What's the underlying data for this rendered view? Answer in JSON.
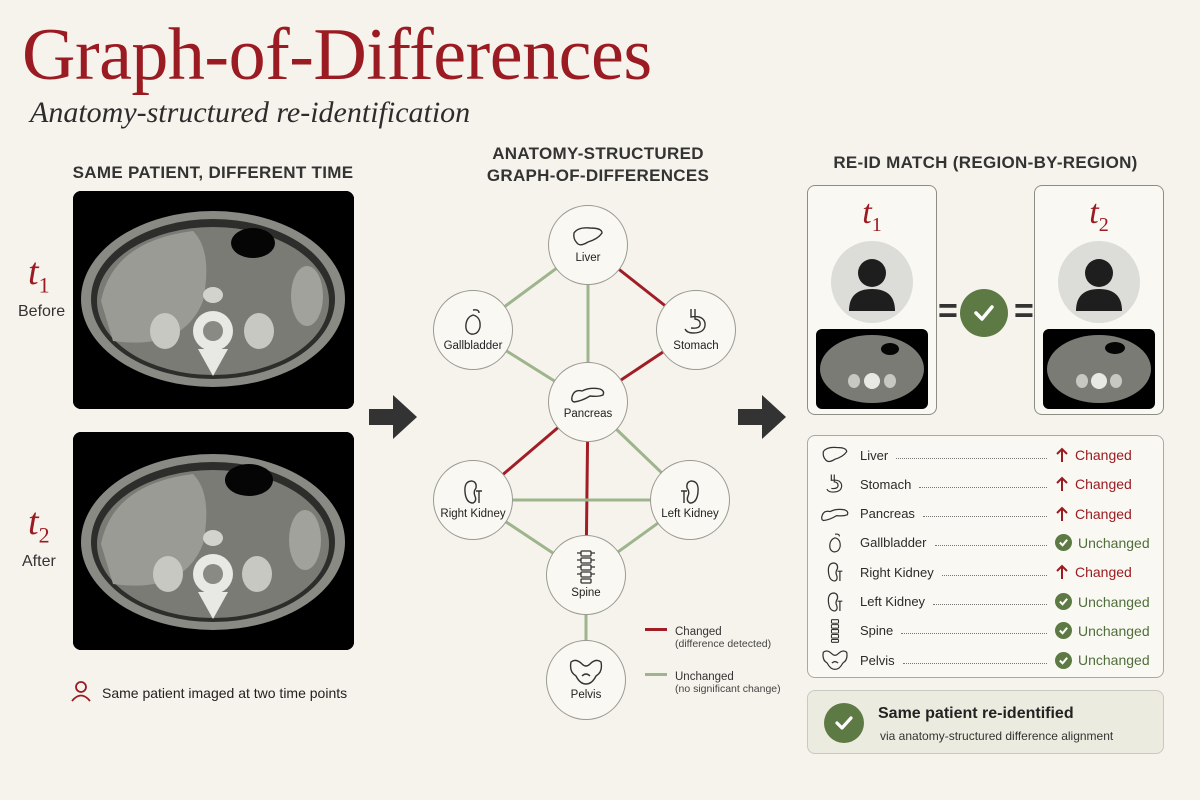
{
  "header": {
    "title": "Graph-of-Differences",
    "subtitle": "Anatomy-structured re-identification"
  },
  "left": {
    "heading": "SAME PATIENT, DIFFERENT TIME",
    "t1": {
      "symbol": "t",
      "sub": "1",
      "word": "Before"
    },
    "t2": {
      "symbol": "t",
      "sub": "2",
      "word": "After"
    },
    "note": "Same patient imaged at two time points"
  },
  "middle": {
    "heading_line1": "ANATOMY-STRUCTURED",
    "heading_line2": "GRAPH-OF-DIFFERENCES",
    "nodes": {
      "liver": "Liver",
      "gallbladder": "Gallbladder",
      "stomach": "Stomach",
      "pancreas": "Pancreas",
      "right_kidney": "Right Kidney",
      "left_kidney": "Left Kidney",
      "spine": "Spine",
      "pelvis": "Pelvis"
    },
    "edges": [
      {
        "from": "liver",
        "to": "stomach",
        "status": "changed"
      },
      {
        "from": "stomach",
        "to": "pancreas",
        "status": "changed"
      },
      {
        "from": "pancreas",
        "to": "right_kidney",
        "status": "changed"
      },
      {
        "from": "pancreas",
        "to": "spine",
        "status": "changed"
      },
      {
        "from": "liver",
        "to": "gallbladder",
        "status": "unchanged"
      },
      {
        "from": "liver",
        "to": "pancreas",
        "status": "unchanged"
      },
      {
        "from": "gallbladder",
        "to": "pancreas",
        "status": "unchanged"
      },
      {
        "from": "pancreas",
        "to": "left_kidney",
        "status": "unchanged"
      },
      {
        "from": "right_kidney",
        "to": "left_kidney",
        "status": "unchanged"
      },
      {
        "from": "right_kidney",
        "to": "spine",
        "status": "unchanged"
      },
      {
        "from": "left_kidney",
        "to": "spine",
        "status": "unchanged"
      },
      {
        "from": "spine",
        "to": "pelvis",
        "status": "unchanged"
      }
    ],
    "legend": {
      "changed": "Changed",
      "changed_note": "(difference detected)",
      "unchanged": "Unchanged",
      "unchanged_note": "(no significant change)"
    }
  },
  "right": {
    "heading": "RE-ID MATCH (REGION-BY-REGION)",
    "card1": {
      "symbol": "t",
      "sub": "1"
    },
    "card2": {
      "symbol": "t",
      "sub": "2"
    },
    "eq": "=",
    "regions": [
      {
        "name": "Liver",
        "status": "Changed",
        "icon": "liver-icon"
      },
      {
        "name": "Stomach",
        "status": "Changed",
        "icon": "stomach-icon"
      },
      {
        "name": "Pancreas",
        "status": "Changed",
        "icon": "pancreas-icon"
      },
      {
        "name": "Gallbladder",
        "status": "Unchanged",
        "icon": "gallbladder-icon"
      },
      {
        "name": "Right Kidney",
        "status": "Changed",
        "icon": "kidney-icon"
      },
      {
        "name": "Left Kidney",
        "status": "Unchanged",
        "icon": "kidney-icon"
      },
      {
        "name": "Spine",
        "status": "Unchanged",
        "icon": "spine-icon"
      },
      {
        "name": "Pelvis",
        "status": "Unchanged",
        "icon": "pelvis-icon"
      }
    ],
    "result_title": "Same patient re-identified",
    "result_note": "via anatomy-structured difference alignment"
  },
  "colors": {
    "accent_red": "#9b1b22",
    "changed": "#a11d26",
    "unchanged": "#9db48d",
    "check_green": "#5d7a44",
    "background": "#f6f3ec"
  }
}
